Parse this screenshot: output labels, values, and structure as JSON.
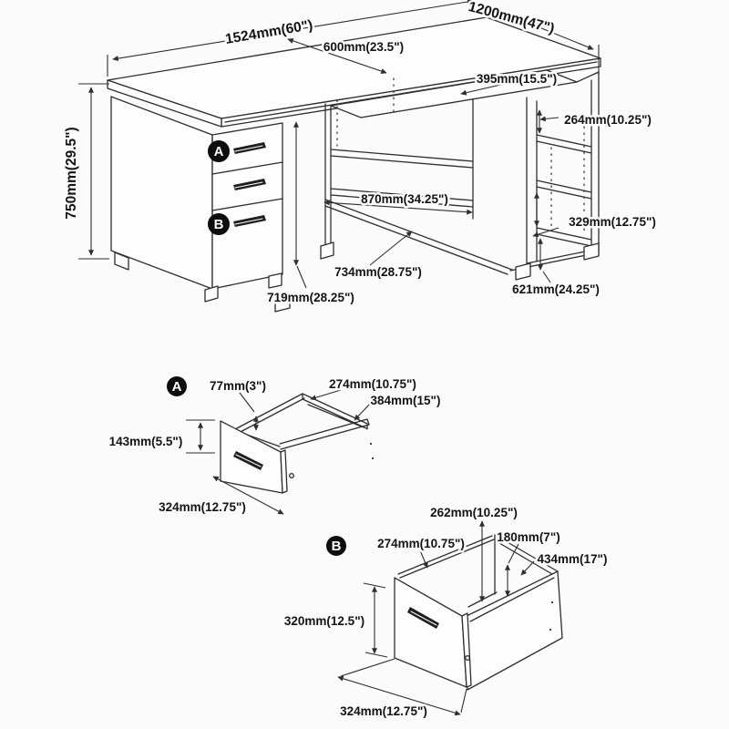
{
  "colors": {
    "background": "#fbfbfb",
    "line": "#2e2e2e",
    "badge": "#0e0e0e",
    "badge_text": "#ffffff"
  },
  "main_view": {
    "badge_a": "A",
    "badge_b": "B",
    "dims": {
      "desk_length": "1524mm(60\")",
      "return_length": "1200mm(47\")",
      "desk_depth": "600mm(23.5\")",
      "return_top_depth": "395mm(15.5\")",
      "desk_height": "750mm(29.5\")",
      "upper_shelf_opening": "264mm(10.25\")",
      "lower_shelf_opening": "329mm(12.75\")",
      "middle_shelf_width": "870mm(34.25\")",
      "front_rail": "734mm(28.75\")",
      "pedestal_depth": "719mm(28.25\")",
      "bookcase_width": "621mm(24.25\")"
    }
  },
  "drawer_a_view": {
    "badge": "A",
    "dims": {
      "side_height": "77mm(3\")",
      "inner_depth": "274mm(10.75\")",
      "inner_width": "384mm(15\")",
      "front_height": "143mm(5.5\")",
      "outer_depth": "324mm(12.75\")"
    }
  },
  "drawer_b_view": {
    "badge": "B",
    "dims": {
      "inner_height": "262mm(10.25\")",
      "inner_depth": "274mm(10.75\")",
      "hanging_rail_height": "180mm(7\")",
      "inner_width": "434mm(17\")",
      "front_height": "320mm(12.5\")",
      "outer_depth": "324mm(12.75\")"
    }
  }
}
